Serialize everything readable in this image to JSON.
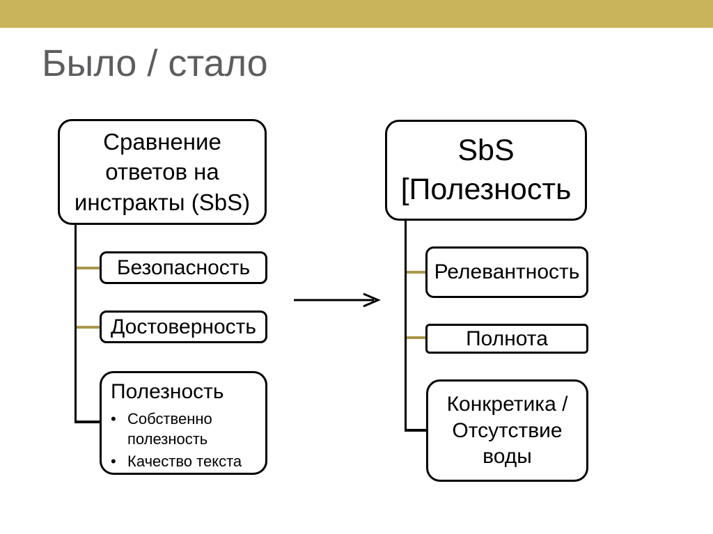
{
  "slide": {
    "title": "Было / стало",
    "bullet_char": "•"
  },
  "left_tree": {
    "root_lines": [
      "Сравнение",
      "ответов на",
      "инстракты (SbS)"
    ],
    "child1": "Безопасность",
    "child2": "Достоверность",
    "detail_heading": "Полезность",
    "bullets": [
      "Собственно полезность",
      "Качество текста"
    ]
  },
  "right_tree": {
    "root_lines": [
      "SbS",
      "[Полезность"
    ],
    "child1": "Релевантность",
    "child2": "Полнота",
    "child3_lines": [
      "Конкретика /",
      "Отсутствие",
      "воды"
    ]
  },
  "colors": {
    "accent_bar": "#c9b45c",
    "connector_gold": "#a89749",
    "title_gray": "#5d5d60",
    "box_border": "#000000"
  }
}
